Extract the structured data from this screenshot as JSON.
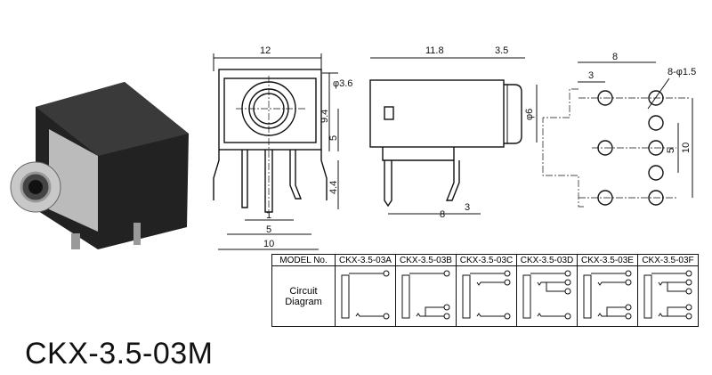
{
  "title": "CKX-3.5-03M",
  "front_view": {
    "width": "12",
    "hole_dia": "φ3.6",
    "height": "9.4",
    "center": "5",
    "pin_len": "4.4",
    "pin_w": "1",
    "pin_pitch": "5",
    "base": "10"
  },
  "side_view": {
    "length": "11.8",
    "nose": "3.5",
    "nose_dia": "φ6",
    "pin_offset": "8",
    "pin_gap": "3"
  },
  "footprint": {
    "span": "8",
    "offset": "3",
    "holes": "8-φ1.5",
    "pitch": "5",
    "total": "10"
  },
  "table": {
    "header": "MODEL No.",
    "row_label": [
      "Circuit",
      "Diagram"
    ],
    "models": [
      "CKX-3.5-03A",
      "CKX-3.5-03B",
      "CKX-3.5-03C",
      "CKX-3.5-03D",
      "CKX-3.5-03E",
      "CKX-3.5-03F"
    ]
  }
}
